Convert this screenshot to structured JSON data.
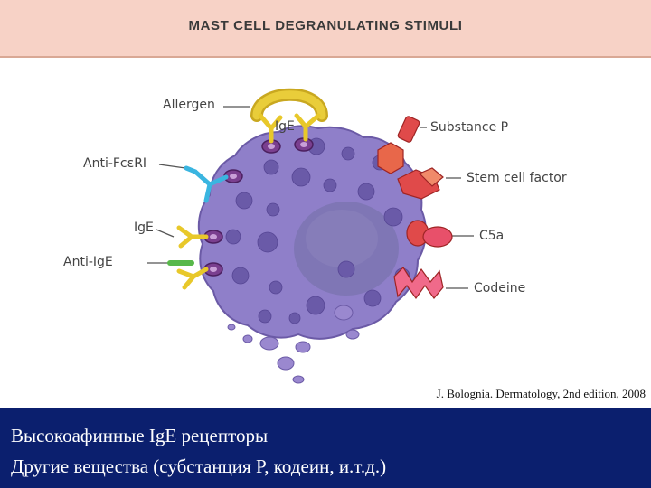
{
  "figure": {
    "title": "MAST CELL DEGRANULATING STIMULI",
    "labels": {
      "allergen": "Allergen",
      "ige_top": "IgE",
      "anti_fceri": "Anti-FcεRI",
      "ige_left": "IgE",
      "anti_ige": "Anti-IgE",
      "substance_p": "Substance P",
      "stem_cell_factor": "Stem cell factor",
      "c5a": "C5a",
      "codeine": "Codeine"
    },
    "citation": "J. Bolognia. Dermatology, 2nd edition, 2008"
  },
  "footer": {
    "line1": "Высокоафинные IgE рецепторы",
    "line2": "Другие вещества (субстанция P, кодеин, и.т.д.)"
  },
  "colors": {
    "header_bg": "#f7d2c6",
    "cell": "#8f7fc9",
    "nucleus": "#7b74b0",
    "granule": "#6a5aa8",
    "ige": "#f0d245",
    "anti_fceri": "#3ab5e0",
    "anti_ige": "#58b84a",
    "stimuli": "#e04a4a",
    "footer_bg": "#0b1f6e"
  }
}
